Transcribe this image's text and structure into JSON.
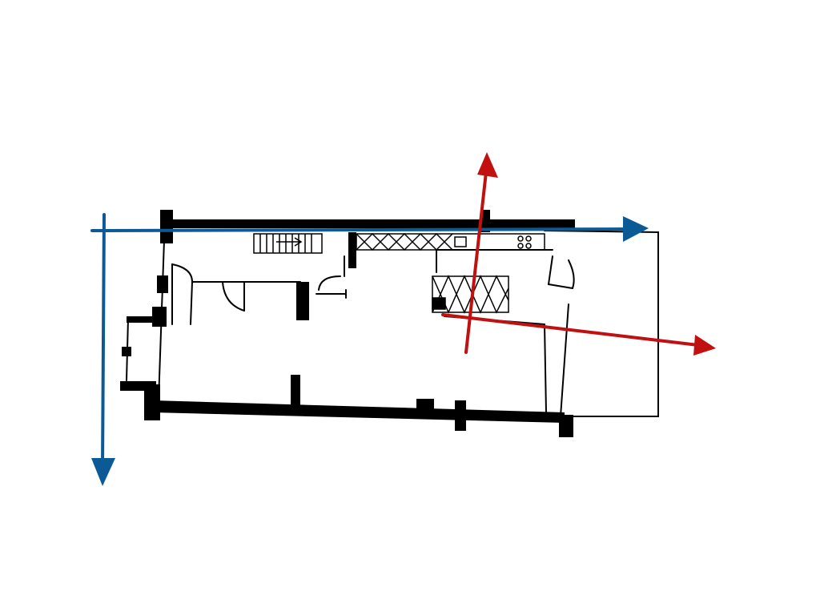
{
  "diagram": {
    "colors": {
      "walls": "#000000",
      "primary_axes": "#0b5a95",
      "secondary_axes": "#c01010",
      "background": "#ffffff"
    },
    "icons": [
      "floor-plan-sketch",
      "primary-axis-arrows",
      "rotated-axis-arrows"
    ]
  }
}
